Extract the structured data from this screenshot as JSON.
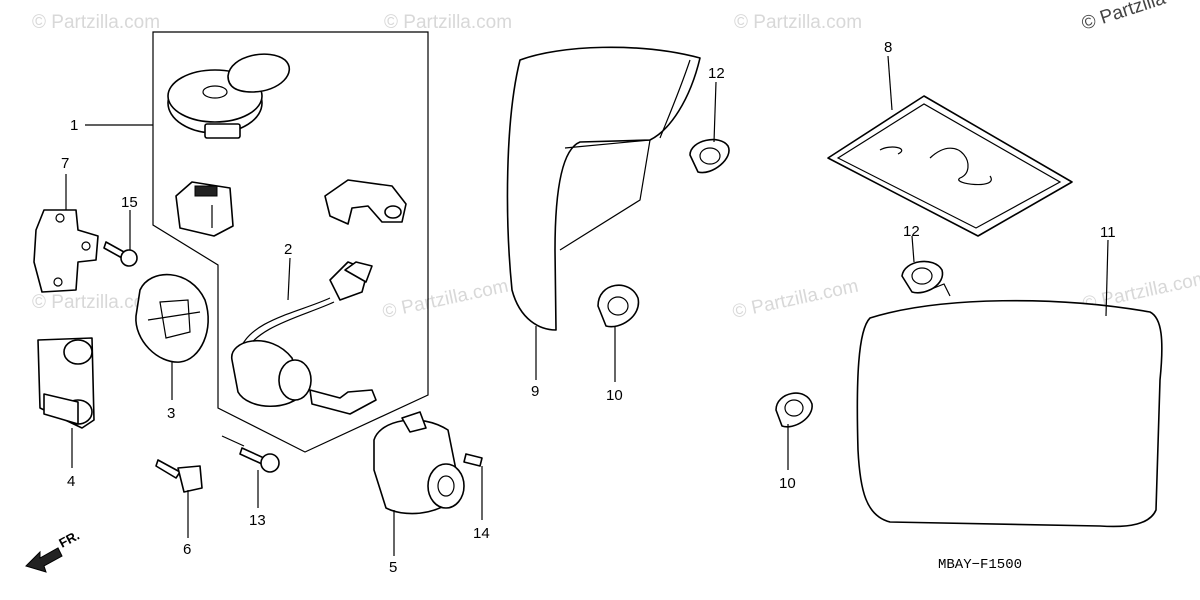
{
  "watermark": "© Partzilla.com",
  "watermark_corner": "© Partzilla",
  "diagram_code": "MBAY−F1500",
  "front_indicator": "FR.",
  "callouts": {
    "c1": "1",
    "c2": "2",
    "c3": "3",
    "c4": "4",
    "c5": "5",
    "c6": "6",
    "c7": "7",
    "c8": "8",
    "c9": "9",
    "c10a": "10",
    "c10b": "10",
    "c11": "11",
    "c12a": "12",
    "c12b": "12",
    "c13": "13",
    "c14": "14",
    "c15": "15"
  }
}
